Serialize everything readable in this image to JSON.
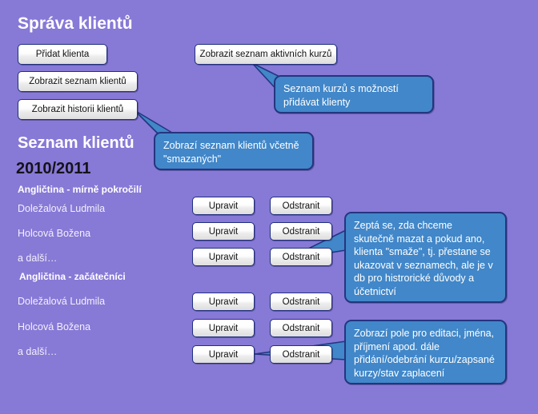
{
  "page": {
    "title": "Správa klientů",
    "background_color": "#8779d6",
    "callout_fill": "#4187c9",
    "callout_border": "#24357f",
    "button_border": "#21307e"
  },
  "actions": {
    "add_client": "Přidat klienta",
    "show_client_list": "Zobrazit seznam klientů",
    "show_client_history": "Zobrazit historii  klientů",
    "show_active_courses": "Zobrazit seznam aktivních kurzů"
  },
  "list": {
    "heading": "Seznam klientů",
    "year": "2010/2011",
    "row_actions": {
      "edit": "Upravit",
      "delete": "Odstranit"
    },
    "groups": [
      {
        "name": "Angličtina - mírně pokročilí",
        "clients": [
          "Doležalová Ludmila",
          "Holcová Božena",
          "a další…"
        ]
      },
      {
        "name": "Angličtina - začátečníci",
        "clients": [
          "Doležalová Ludmila",
          "Holcová Božena",
          "a další…"
        ]
      }
    ]
  },
  "callouts": {
    "active_courses": {
      "line1": "Seznam kurzů s možností",
      "line2": "přidávat klienty"
    },
    "client_history": {
      "line1": "Zobrazí seznam klientů včetně",
      "line2": "\"smazaných\""
    },
    "delete": {
      "line1": "Zeptá se, zda chceme",
      "line2": "skutečně mazat a pokud ano,",
      "line3": "klienta \"smaže\", tj. přestane se",
      "line4": "ukazovat v seznamech, ale je v",
      "line5": "db pro histrorické důvody a",
      "line6": "účetnictví"
    },
    "edit": {
      "line1": "Zobrazí pole pro editaci, jména,",
      "line2": "příjmení apod. dále",
      "line3": "přidání/odebrání kurzu/zapsané",
      "line4": "kurzy/stav zaplacení"
    }
  }
}
